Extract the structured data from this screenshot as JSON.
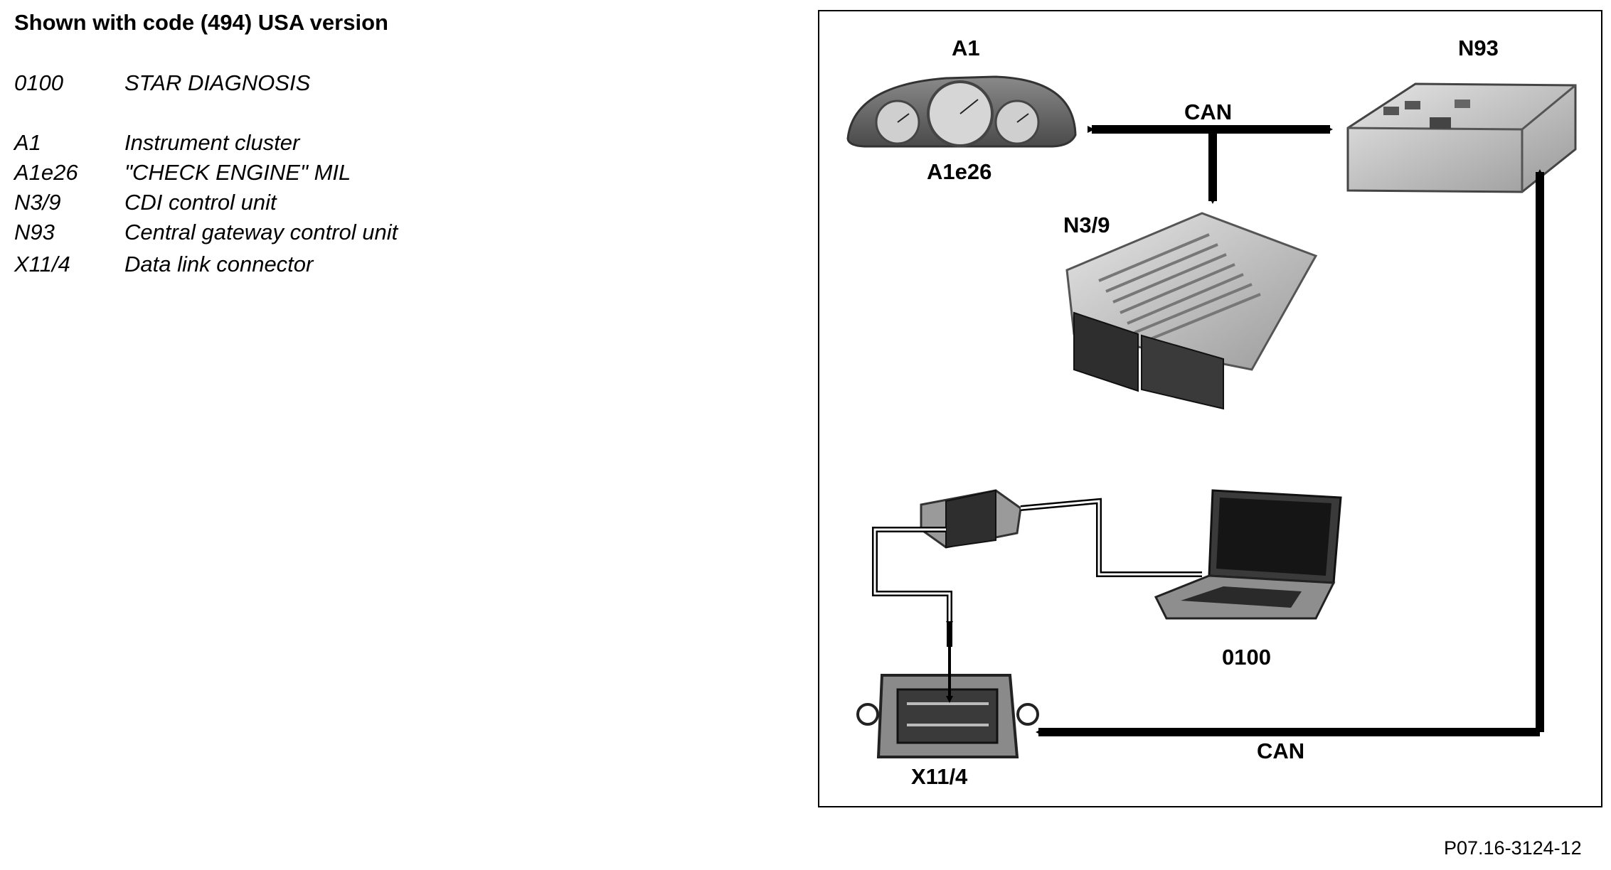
{
  "header": {
    "title": "Shown with code (494) USA version"
  },
  "legend": [
    {
      "code": "0100",
      "description": "STAR DIAGNOSIS"
    },
    {
      "code": "A1",
      "description": "Instrument cluster"
    },
    {
      "code": "A1e26",
      "description": "\"CHECK ENGINE\" MIL"
    },
    {
      "code": "N3/9",
      "description": "CDI control unit"
    },
    {
      "code": "N93",
      "description": "Central gateway control unit"
    },
    {
      "code": "X11/4",
      "description": "Data link connector"
    }
  ],
  "diagram": {
    "labels": {
      "a1": "A1",
      "a1e26": "A1e26",
      "n93": "N93",
      "n39": "N3/9",
      "can_top": "CAN",
      "can_bottom": "CAN",
      "diag": "0100",
      "x114": "X11/4"
    },
    "colors": {
      "line": "#000000",
      "component_fill": "#bdbdbd",
      "component_dark": "#6f6f6f"
    }
  },
  "footer": {
    "figure_ref": "P07.16-3124-12"
  }
}
